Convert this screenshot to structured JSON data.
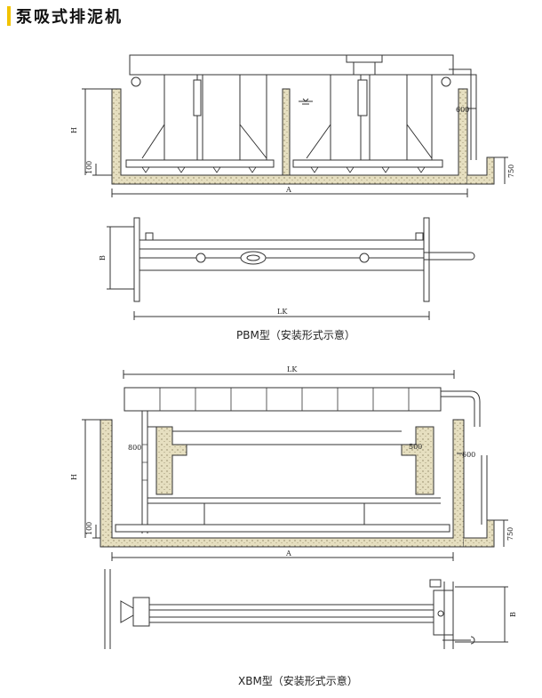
{
  "title": "泵吸式排泥机",
  "pbm": {
    "caption": "PBM型（安装形式示意）",
    "dim_H": "H",
    "dim_100": "100",
    "dim_A": "A",
    "dim_600": "600",
    "dim_750": "750",
    "dim_B": "B",
    "dim_LK": "LK"
  },
  "xbm": {
    "caption": "XBM型（安装形式示意）",
    "dim_LK": "LK",
    "dim_800": "800",
    "dim_500": "500",
    "dim_600": "600",
    "dim_H": "H",
    "dim_100": "100",
    "dim_750": "750",
    "dim_A": "A",
    "dim_B": "B"
  },
  "colors": {
    "accent": "#f2c300",
    "line": "#333333",
    "concrete": "#d9d2b0"
  }
}
